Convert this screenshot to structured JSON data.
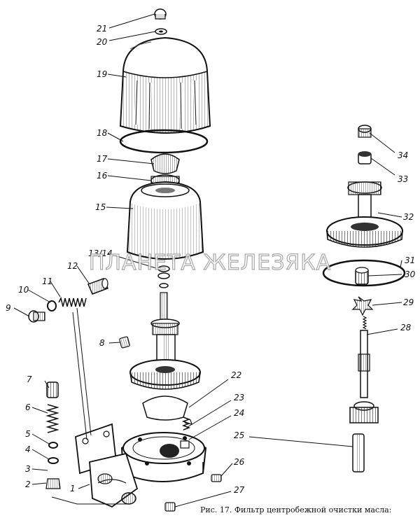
{
  "figure": {
    "caption": "Рис. 17. Фильтр центробежной очистки масла:",
    "watermark": "ПЛАНЕТА ЖЕЛЕЗЯКА"
  },
  "callouts": [
    {
      "id": "c21",
      "label": "21"
    },
    {
      "id": "c20",
      "label": "20"
    },
    {
      "id": "c19",
      "label": "19"
    },
    {
      "id": "c18",
      "label": "18"
    },
    {
      "id": "c17",
      "label": "17"
    },
    {
      "id": "c16",
      "label": "16"
    },
    {
      "id": "c15",
      "label": "15"
    },
    {
      "id": "c1314",
      "label": "13/14"
    },
    {
      "id": "c12",
      "label": "12"
    },
    {
      "id": "c11",
      "label": "11"
    },
    {
      "id": "c10",
      "label": "10"
    },
    {
      "id": "c9",
      "label": "9"
    },
    {
      "id": "c8",
      "label": "8"
    },
    {
      "id": "c7",
      "label": "7"
    },
    {
      "id": "c6",
      "label": "6"
    },
    {
      "id": "c5",
      "label": "5"
    },
    {
      "id": "c4",
      "label": "4"
    },
    {
      "id": "c3",
      "label": "3"
    },
    {
      "id": "c2",
      "label": "2"
    },
    {
      "id": "c1",
      "label": "1"
    },
    {
      "id": "c22",
      "label": "22"
    },
    {
      "id": "c23",
      "label": "23"
    },
    {
      "id": "c24",
      "label": "24"
    },
    {
      "id": "c25",
      "label": "25"
    },
    {
      "id": "c26",
      "label": "26"
    },
    {
      "id": "c27",
      "label": "27"
    },
    {
      "id": "c34",
      "label": "34"
    },
    {
      "id": "c33",
      "label": "33"
    },
    {
      "id": "c32",
      "label": "32"
    },
    {
      "id": "c31",
      "label": "31"
    },
    {
      "id": "c30",
      "label": "30"
    },
    {
      "id": "c29",
      "label": "29"
    },
    {
      "id": "c28",
      "label": "28"
    }
  ]
}
